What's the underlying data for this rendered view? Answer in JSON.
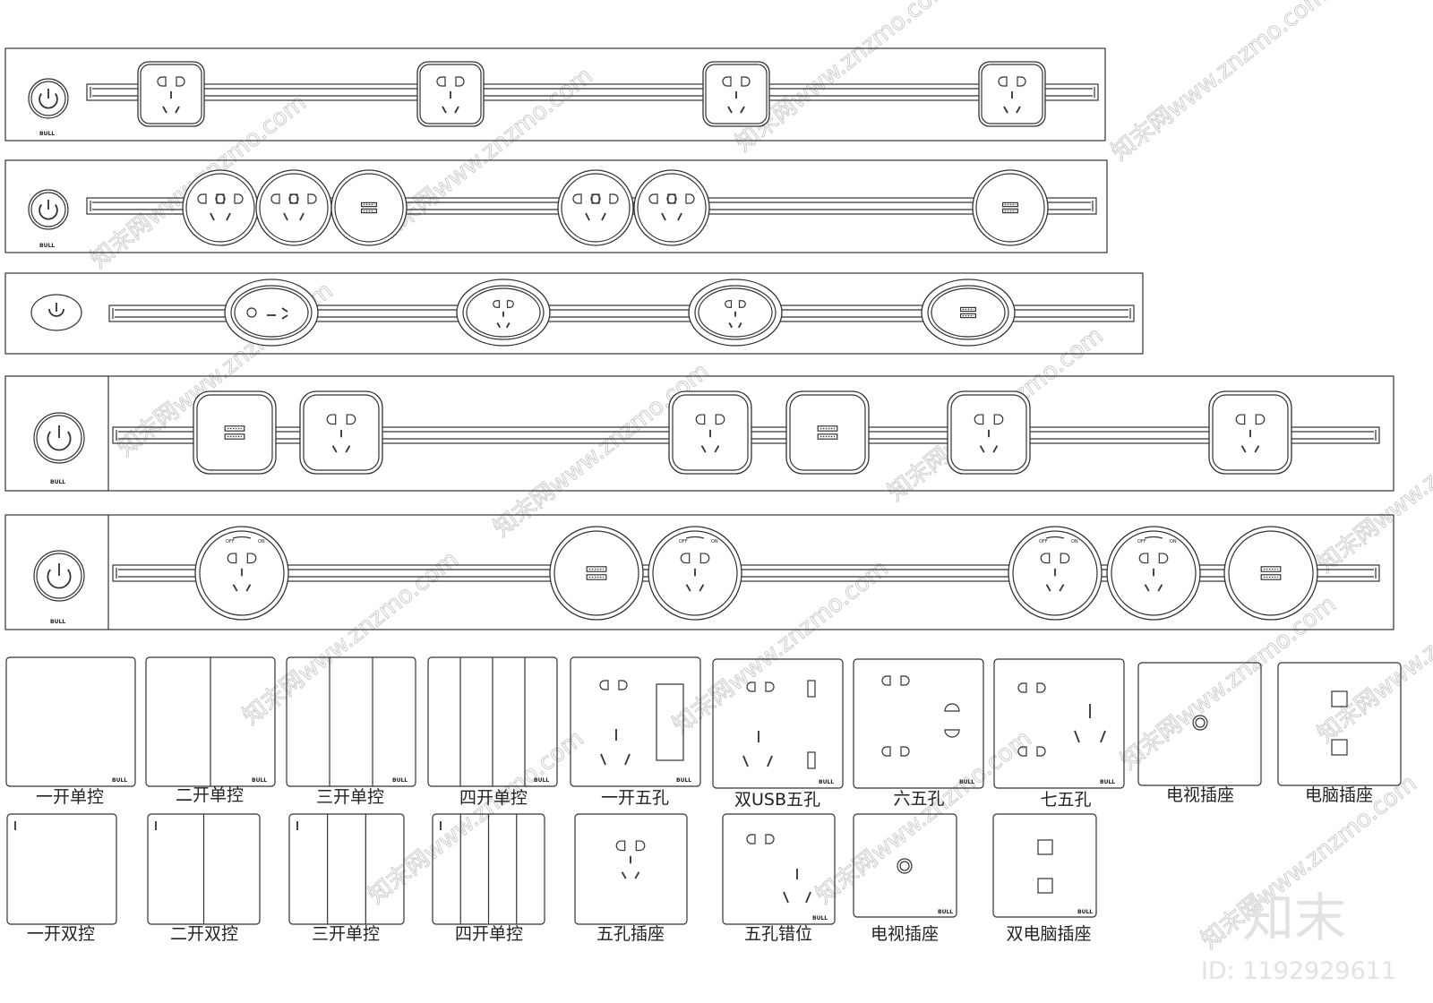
{
  "brand": "BULL",
  "socket_on_off": {
    "off": "OFF",
    "on": "ON"
  },
  "watermark": "知末网www.znzmo.com",
  "stamp": {
    "logo": "知末",
    "id": "ID: 1192929611"
  },
  "labels_row1": [
    "一开单控",
    "二开单控",
    "三开单控",
    "四开单控",
    "一开五孔",
    "双USB五孔",
    "六五孔",
    "七五孔",
    "电视插座",
    "电脑插座"
  ],
  "labels_row2": [
    "一开双控",
    "二开双控",
    "三开单控",
    "四开单控",
    "五孔插座",
    "五孔错位",
    "电视插座",
    "双电脑插座"
  ]
}
